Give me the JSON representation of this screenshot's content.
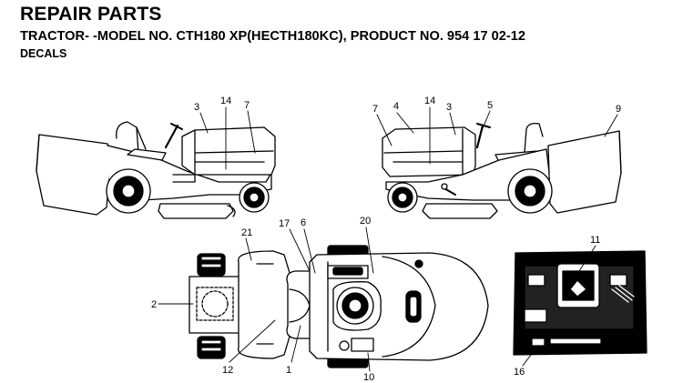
{
  "header": {
    "title": "REPAIR PARTS",
    "subtitle": "TRACTOR- -MODEL NO. CTH180 XP(HECTH180KC), PRODUCT NO. 954 17 02-12",
    "section": "DECALS"
  },
  "callouts": {
    "c1": "1",
    "c2": "2",
    "c3a": "3",
    "c3b": "3",
    "c4": "4",
    "c5": "5",
    "c6": "6",
    "c7a": "7",
    "c7b": "7",
    "c9": "9",
    "c10": "10",
    "c11": "11",
    "c12": "12",
    "c14a": "14",
    "c14b": "14",
    "c16": "16",
    "c17": "17",
    "c20": "20",
    "c21": "21"
  }
}
